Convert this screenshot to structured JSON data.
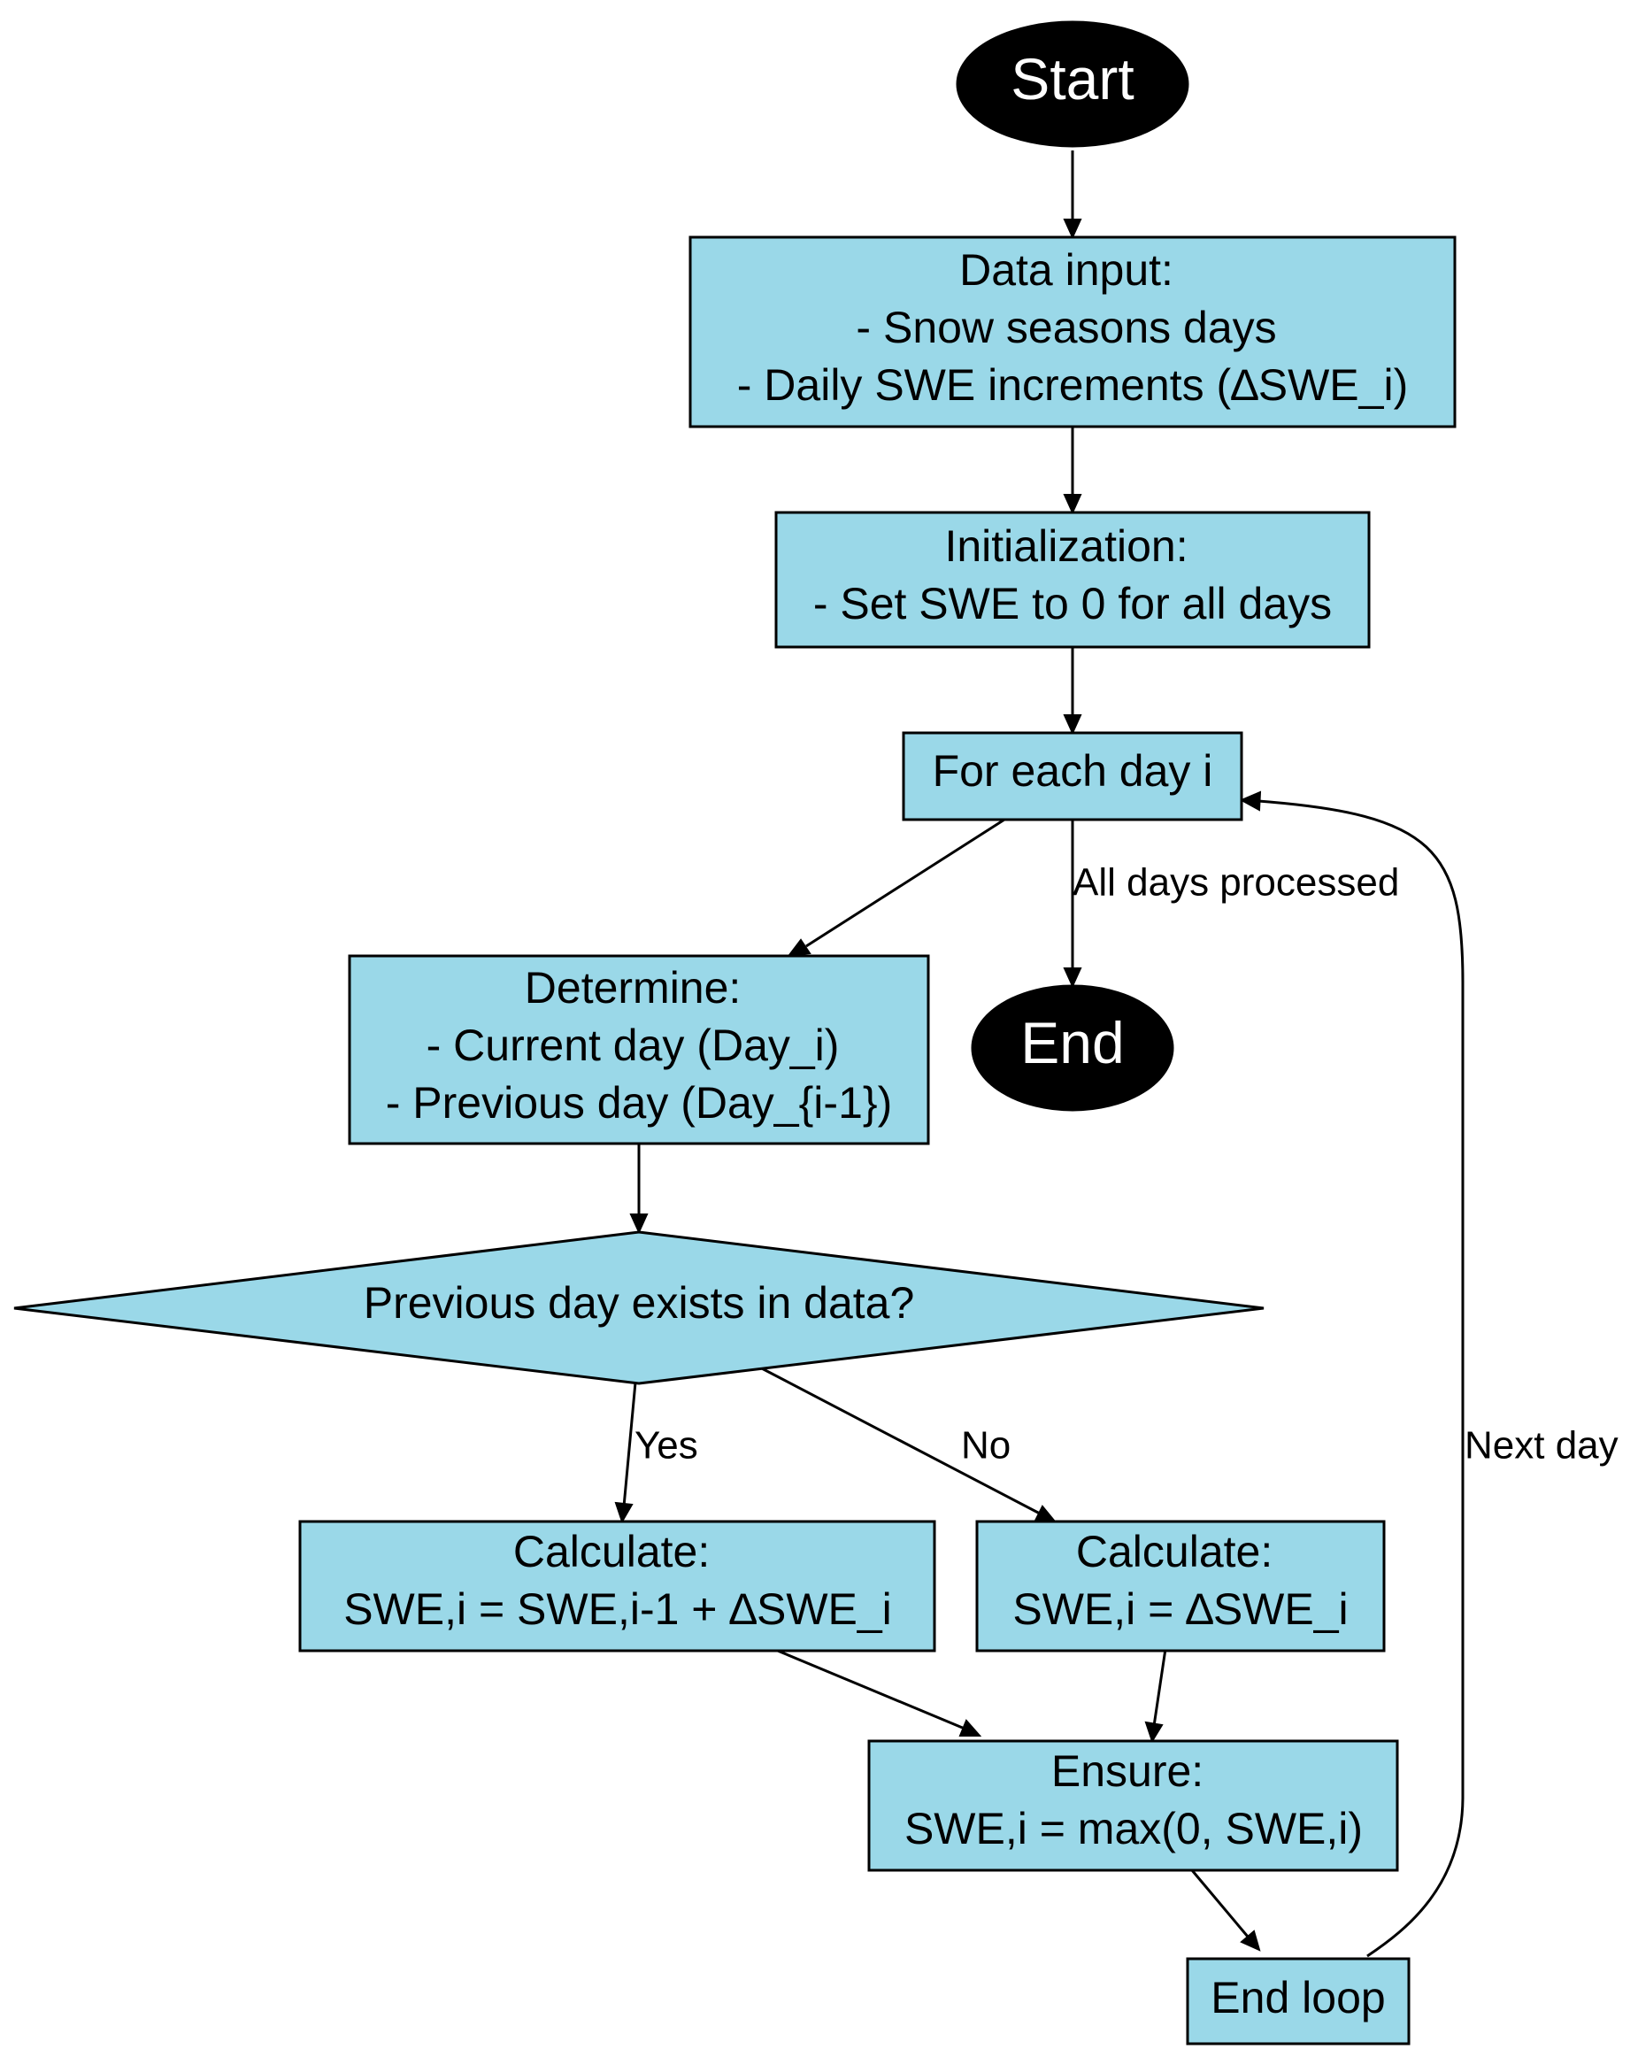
{
  "colors": {
    "process_fill": "#9ad8e8",
    "terminal_fill": "#000000",
    "terminal_text": "#ffffff",
    "stroke": "#000000"
  },
  "nodes": {
    "start": {
      "lines": [
        "Start"
      ]
    },
    "data_input": {
      "lines": [
        "Data input:",
        "- Snow seasons days",
        "- Daily SWE increments (∆SWE_i)"
      ]
    },
    "initialization": {
      "lines": [
        "Initialization:",
        "- Set SWE to 0 for all days"
      ]
    },
    "for_each_day": {
      "lines": [
        "For each day i"
      ]
    },
    "end": {
      "lines": [
        "End"
      ]
    },
    "determine": {
      "lines": [
        "Determine:",
        "- Current day (Day_i)",
        "- Previous day (Day_{i-1})"
      ]
    },
    "decision": {
      "lines": [
        "Previous day exists in data?"
      ]
    },
    "calc_yes": {
      "lines": [
        "Calculate:",
        "SWE,i = SWE,i-1 + ∆SWE_i"
      ]
    },
    "calc_no": {
      "lines": [
        "Calculate:",
        "SWE,i = ∆SWE_i"
      ]
    },
    "ensure": {
      "lines": [
        "Ensure:",
        "SWE,i = max(0, SWE,i)"
      ]
    },
    "end_loop": {
      "lines": [
        "End loop"
      ]
    }
  },
  "edge_labels": {
    "all_days_processed": "All days processed",
    "yes": "Yes",
    "no": "No",
    "next_day": "Next day"
  }
}
